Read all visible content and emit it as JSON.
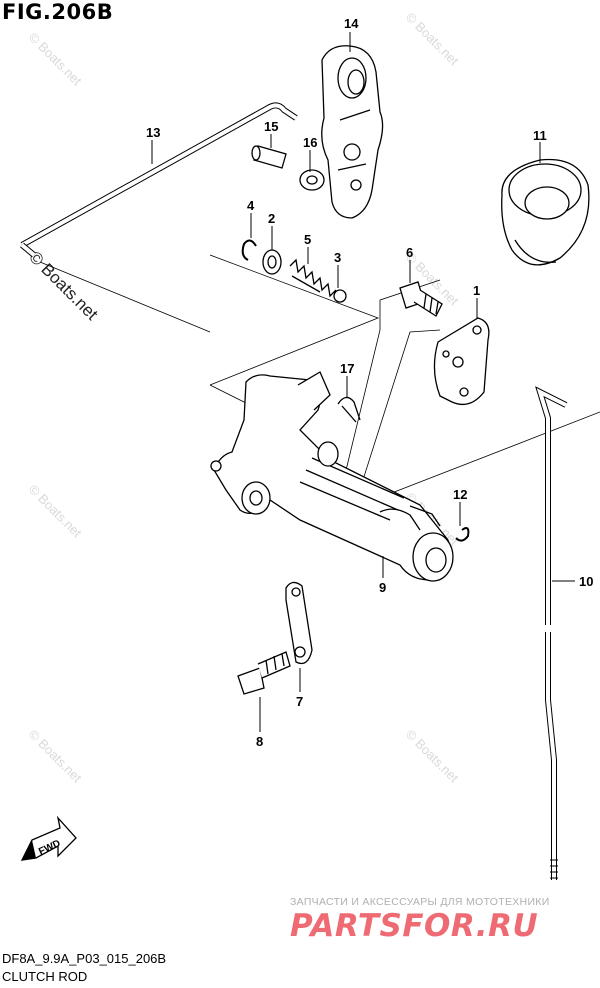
{
  "figure": {
    "title": "FIG.206B",
    "model_code": "DF8A_9.9A_P03_015_206B",
    "name": "CLUTCH ROD"
  },
  "callouts": [
    "14",
    "13",
    "15",
    "16",
    "11",
    "4",
    "2",
    "5",
    "3",
    "6",
    "1",
    "17",
    "12",
    "9",
    "10",
    "7",
    "8"
  ],
  "watermark": {
    "text": "© Boats.net",
    "color": "#d9d9d9"
  },
  "fwd_label": "FWD",
  "dealer": {
    "caption": "ЗАПЧАСТИ И АКСЕССУАРЫ ДЛЯ МОТОТЕХНИКИ",
    "logo": "PARTSFOR.RU",
    "logo_color": "#ee6b73"
  }
}
